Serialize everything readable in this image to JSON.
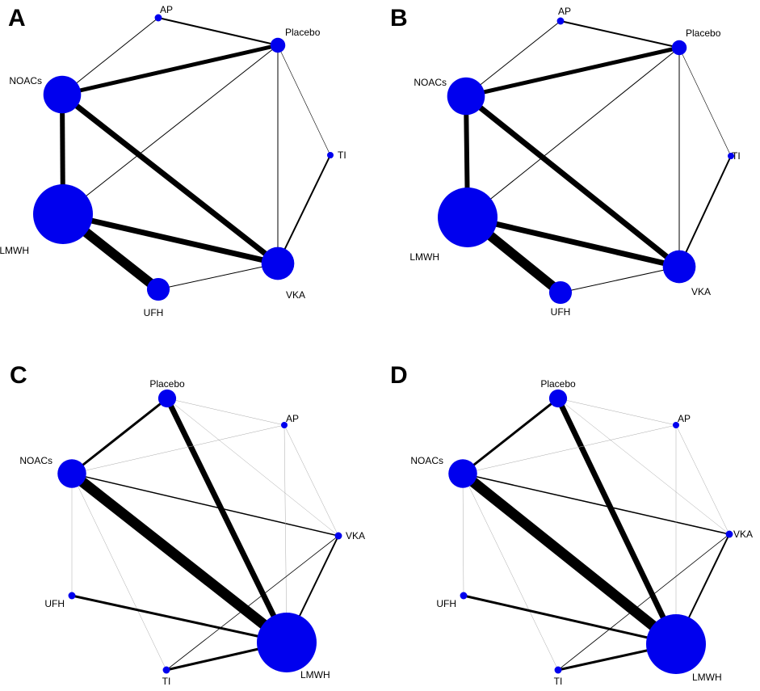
{
  "colors": {
    "node": "#0000ee",
    "edge": "#000000",
    "faint_edge": "#aaaaaa"
  },
  "panels": [
    {
      "label": "A",
      "nodes": [
        {
          "id": "AP",
          "label": "AP",
          "size": 0.12
        },
        {
          "id": "Placebo",
          "label": "Placebo",
          "size": 0.25
        },
        {
          "id": "NOACs",
          "label": "NOACs",
          "size": 0.63
        },
        {
          "id": "TI",
          "label": "TI",
          "size": 0.1
        },
        {
          "id": "LMWH",
          "label": "LMWH",
          "size": 1.0
        },
        {
          "id": "UFH",
          "label": "UFH",
          "size": 0.38
        },
        {
          "id": "VKA",
          "label": "VKA",
          "size": 0.55
        }
      ],
      "edges": [
        {
          "from": "AP",
          "to": "Placebo",
          "weight": 2
        },
        {
          "from": "AP",
          "to": "NOACs",
          "weight": 1
        },
        {
          "from": "NOACs",
          "to": "Placebo",
          "weight": 5
        },
        {
          "from": "NOACs",
          "to": "LMWH",
          "weight": 6
        },
        {
          "from": "NOACs",
          "to": "VKA",
          "weight": 7
        },
        {
          "from": "LMWH",
          "to": "Placebo",
          "weight": 1
        },
        {
          "from": "Placebo",
          "to": "VKA",
          "weight": 1
        },
        {
          "from": "Placebo",
          "to": "TI",
          "weight": 0.6
        },
        {
          "from": "TI",
          "to": "VKA",
          "weight": 2
        },
        {
          "from": "LMWH",
          "to": "VKA",
          "weight": 7
        },
        {
          "from": "LMWH",
          "to": "UFH",
          "weight": 12
        },
        {
          "from": "UFH",
          "to": "VKA",
          "weight": 1
        }
      ]
    },
    {
      "label": "B",
      "nodes": [
        {
          "id": "AP",
          "label": "AP",
          "size": 0.12
        },
        {
          "id": "Placebo",
          "label": "Placebo",
          "size": 0.25
        },
        {
          "id": "NOACs",
          "label": "NOACs",
          "size": 0.63
        },
        {
          "id": "TI",
          "label": "TI",
          "size": 0.1
        },
        {
          "id": "LMWH",
          "label": "LMWH",
          "size": 1.0
        },
        {
          "id": "UFH",
          "label": "UFH",
          "size": 0.38
        },
        {
          "id": "VKA",
          "label": "VKA",
          "size": 0.55
        }
      ],
      "edges": [
        {
          "from": "AP",
          "to": "Placebo",
          "weight": 2
        },
        {
          "from": "AP",
          "to": "NOACs",
          "weight": 1
        },
        {
          "from": "NOACs",
          "to": "Placebo",
          "weight": 5
        },
        {
          "from": "NOACs",
          "to": "LMWH",
          "weight": 6
        },
        {
          "from": "NOACs",
          "to": "VKA",
          "weight": 7
        },
        {
          "from": "LMWH",
          "to": "Placebo",
          "weight": 1
        },
        {
          "from": "Placebo",
          "to": "VKA",
          "weight": 1
        },
        {
          "from": "Placebo",
          "to": "TI",
          "weight": 0.6
        },
        {
          "from": "TI",
          "to": "VKA",
          "weight": 2
        },
        {
          "from": "LMWH",
          "to": "VKA",
          "weight": 7
        },
        {
          "from": "LMWH",
          "to": "UFH",
          "weight": 12
        },
        {
          "from": "UFH",
          "to": "VKA",
          "weight": 1
        }
      ]
    },
    {
      "label": "C",
      "nodes": [
        {
          "id": "Placebo",
          "label": "Placebo",
          "size": 0.3
        },
        {
          "id": "AP",
          "label": "AP",
          "size": 0.05
        },
        {
          "id": "NOACs",
          "label": "NOACs",
          "size": 0.48
        },
        {
          "id": "VKA",
          "label": "VKA",
          "size": 0.12
        },
        {
          "id": "UFH",
          "label": "UFH",
          "size": 0.12
        },
        {
          "id": "TI",
          "label": "TI",
          "size": 0.12
        },
        {
          "id": "LMWH",
          "label": "LMWH",
          "size": 1.0
        }
      ],
      "edges": [
        {
          "from": "NOACs",
          "to": "Placebo",
          "weight": 3
        },
        {
          "from": "Placebo",
          "to": "LMWH",
          "weight": 7
        },
        {
          "from": "Placebo",
          "to": "AP",
          "weight": 0.5,
          "faint": true
        },
        {
          "from": "Placebo",
          "to": "VKA",
          "weight": 0.5,
          "faint": true
        },
        {
          "from": "NOACs",
          "to": "AP",
          "weight": 0.5,
          "faint": true
        },
        {
          "from": "NOACs",
          "to": "VKA",
          "weight": 1.5
        },
        {
          "from": "NOACs",
          "to": "LMWH",
          "weight": 13
        },
        {
          "from": "NOACs",
          "to": "UFH",
          "weight": 0.5,
          "faint": true
        },
        {
          "from": "NOACs",
          "to": "TI",
          "weight": 0.5,
          "faint": true
        },
        {
          "from": "AP",
          "to": "LMWH",
          "weight": 0.5,
          "faint": true
        },
        {
          "from": "AP",
          "to": "VKA",
          "weight": 0.5,
          "faint": true
        },
        {
          "from": "VKA",
          "to": "LMWH",
          "weight": 2
        },
        {
          "from": "VKA",
          "to": "TI",
          "weight": 0.8
        },
        {
          "from": "UFH",
          "to": "LMWH",
          "weight": 3
        },
        {
          "from": "TI",
          "to": "LMWH",
          "weight": 3
        }
      ]
    },
    {
      "label": "D",
      "nodes": [
        {
          "id": "Placebo",
          "label": "Placebo",
          "size": 0.3
        },
        {
          "id": "AP",
          "label": "AP",
          "size": 0.05
        },
        {
          "id": "NOACs",
          "label": "NOACs",
          "size": 0.48
        },
        {
          "id": "VKA",
          "label": "VKA",
          "size": 0.12
        },
        {
          "id": "UFH",
          "label": "UFH",
          "size": 0.12
        },
        {
          "id": "TI",
          "label": "TI",
          "size": 0.12
        },
        {
          "id": "LMWH",
          "label": "LMWH",
          "size": 1.0
        }
      ],
      "edges": [
        {
          "from": "NOACs",
          "to": "Placebo",
          "weight": 3
        },
        {
          "from": "Placebo",
          "to": "LMWH",
          "weight": 7
        },
        {
          "from": "Placebo",
          "to": "AP",
          "weight": 0.5,
          "faint": true
        },
        {
          "from": "Placebo",
          "to": "VKA",
          "weight": 0.5,
          "faint": true
        },
        {
          "from": "NOACs",
          "to": "AP",
          "weight": 0.5,
          "faint": true
        },
        {
          "from": "NOACs",
          "to": "VKA",
          "weight": 1.5
        },
        {
          "from": "NOACs",
          "to": "LMWH",
          "weight": 13
        },
        {
          "from": "NOACs",
          "to": "UFH",
          "weight": 0.5,
          "faint": true
        },
        {
          "from": "NOACs",
          "to": "TI",
          "weight": 0.5,
          "faint": true
        },
        {
          "from": "AP",
          "to": "LMWH",
          "weight": 0.5,
          "faint": true
        },
        {
          "from": "AP",
          "to": "VKA",
          "weight": 0.5,
          "faint": true
        },
        {
          "from": "VKA",
          "to": "LMWH",
          "weight": 2
        },
        {
          "from": "VKA",
          "to": "TI",
          "weight": 0.8
        },
        {
          "from": "UFH",
          "to": "LMWH",
          "weight": 3
        },
        {
          "from": "TI",
          "to": "LMWH",
          "weight": 3
        }
      ]
    }
  ]
}
